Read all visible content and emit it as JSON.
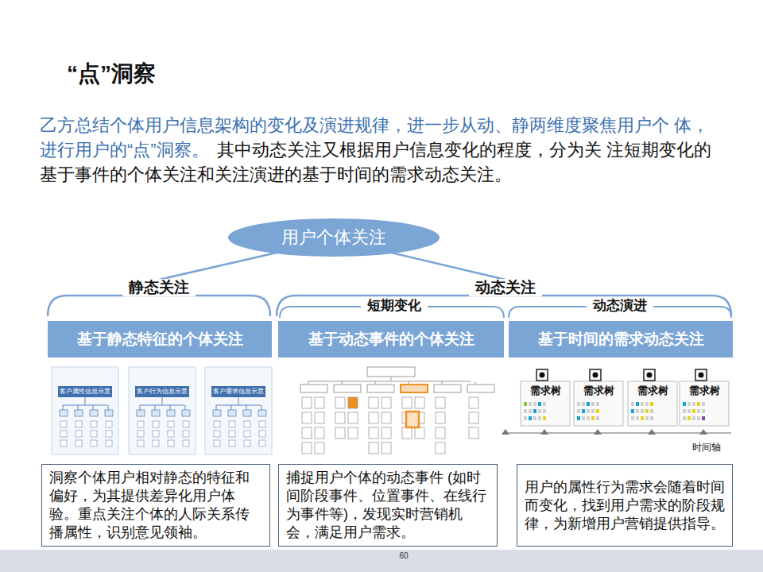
{
  "diagram": {
    "title": "“点”洞察",
    "nodes": [
      {
        "text": [
          "用户个体关注"
        ]
      },
      {
        "text": [
          "基于静态特征的个体关注"
        ]
      },
      {
        "text": [
          "基于动态事件的个体关注"
        ]
      },
      {
        "text": [
          "基于时间的需求动态关注"
        ]
      },
      {
        "text": [
          "洞察个体用户相对静态的特征和偏好，为其提供差异化用户体验。重点关注个体的人际关系传播属性，识别意见领袖。"
        ]
      },
      {
        "text": [
          "捕捉用户个体的动态事件 (如时间阶段事件、位置事件、在线行为事件等)，发现实时营销机会，满足用户需求。"
        ]
      },
      {
        "text": [
          "用户的属性行为需求会随着时间而变化，找到用户需求的阶段规律，为新增用户营销提供指导。"
        ]
      }
    ],
    "labels": [
      "乙方总结个体用户信息架构的变化及演进规律，进一步从动、静两维度聚焦用户个 体，进行用户的“点”洞察。",
      "其中动态关注又根据用户信息变化的程度，分为关 注短期变化的基于事件的个体关注和关注演进的基于时间的需求动态关注。",
      "静态关注",
      "动态关注",
      "短期变化",
      "动态演进",
      "客户属性信息示意",
      "客户行为信息示意",
      "客户需求信息示意",
      "需求树",
      "需求树",
      "需求树",
      "需求树",
      "时间轴",
      "60"
    ]
  }
}
